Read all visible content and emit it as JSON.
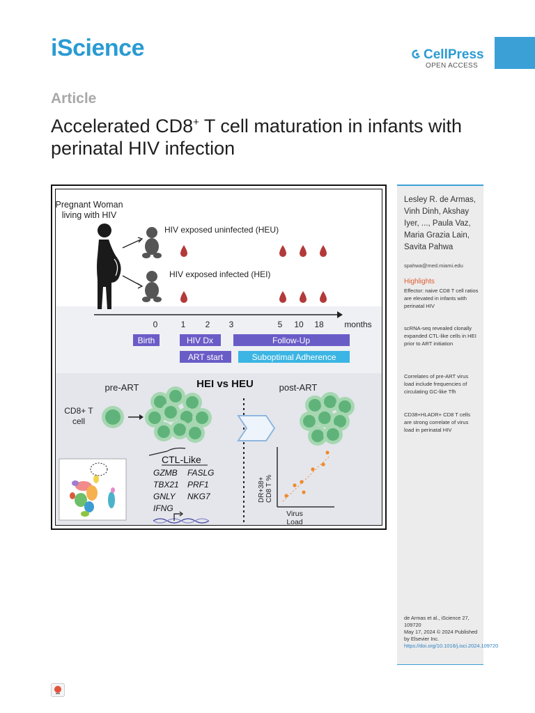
{
  "header": {
    "journal": "iScience",
    "publisher": "CellPress",
    "access": "OPEN ACCESS"
  },
  "article": {
    "label": "Article",
    "title_main": "Accelerated CD8",
    "title_sup": "+",
    "title_rest": " T cell maturation in infants with perinatal HIV infection"
  },
  "abstract_figure": {
    "mother_label": "Pregnant Woman living with HIV",
    "mother_line1": "Pregnant Woman",
    "mother_line2": "living with HIV",
    "heu_label": "HIV exposed uninfected (HEU)",
    "hei_label": "HIV exposed infected (HEI)",
    "timeline_ticks": [
      "0",
      "1",
      "2",
      "3",
      "5",
      "10",
      "18"
    ],
    "timeline_unit": "months",
    "phases": {
      "birth": "Birth",
      "hiv_dx": "HIV Dx",
      "follow_up": "Follow-Up",
      "art_start": "ART start",
      "suboptimal": "Suboptimal Adherence"
    },
    "comparison_title": "HEI vs HEU",
    "pre_art": "pre-ART",
    "post_art": "post-ART",
    "cd8_line1": "CD8+ T",
    "cd8_line2": "cell",
    "ctl_title": "CTL-Like",
    "genes": [
      "GZMB",
      "FASLG",
      "TBX21",
      "PRF1",
      "GNLY",
      "NKG7",
      "IFNG"
    ],
    "y_axis_line1": "DR+38+",
    "y_axis_line2": "CD8 T %",
    "x_axis_line1": "Virus",
    "x_axis_line2": "Load",
    "colors": {
      "timeline_band": "#eef0f4",
      "lower_band": "#e4e6ec",
      "phase_purple": "#6a5cc7",
      "phase_cyan": "#3bb5e3",
      "cell_green": "#5fb37a",
      "blood_drop": "#b33a3a",
      "scatter_orange": "#ef8a2b"
    }
  },
  "sidebar": {
    "authors": "Lesley R. de Armas, Vinh Dinh, Akshay Iyer, ..., Paula Vaz, Maria Grazia Lain, Savita Pahwa",
    "email": "spahwa@med.miami.edu",
    "highlights_heading": "Highlights",
    "highlights": [
      "Effector: naive CD8 T cell ratios are elevated in infants with perinatal HIV",
      "scRNA-seq revealed clonally expanded CTL-like cells in HEI prior to ART initiation",
      "Correlates of pre-ART virus load include frequencies of circulating GC-like Tfh",
      "CD38+HLADR+ CD8 T cells are strong correlate of virus load in perinatal HIV"
    ],
    "citation": "de Armas et al., iScience 27, 109720",
    "dates": "May 17, 2024 © 2024 Published by Elsevier Inc.",
    "doi": "https://doi.org/10.1016/j.isci.2024.109720"
  }
}
